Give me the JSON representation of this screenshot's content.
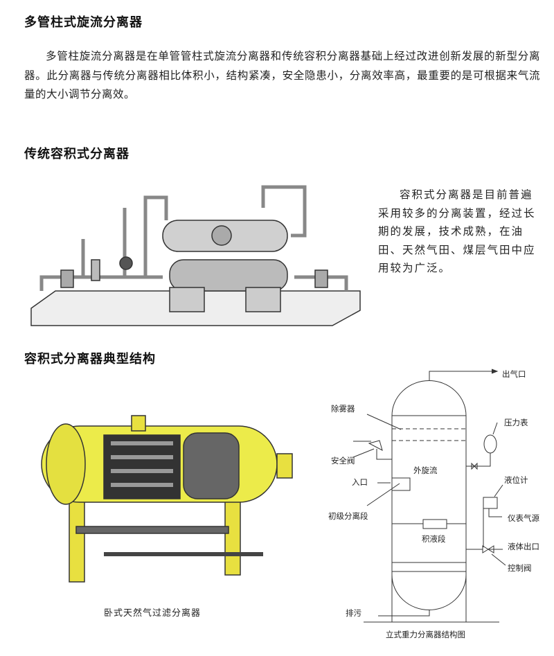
{
  "sections": [
    {
      "title": "多管柱式旋流分离器",
      "text": "多管柱旋流分离器是在单管管柱式旋流分离器和传统容积分离器基础上经过改进创新发展的新型分离器。此分离器与传统分离器相比体积小，结构紧凑，安全隐患小，分离效率高，最重要的是可根据来气流量的大小调节分离效。"
    },
    {
      "title": "传统容积式分离器",
      "text": "容积式分离器是目前普遍采用较多的分离装置，经过长期的发展，技术成熟，在油田、天然气田、煤层气田中应用较为广泛。"
    },
    {
      "title": "容积式分离器典型结构"
    }
  ],
  "photo_caption": "卧式天然气过滤分离器",
  "diagram": {
    "caption": "立式重力分离器结构图",
    "labels": {
      "gas_outlet": "出气口",
      "demister": "除雾器",
      "pressure_gauge": "压力表",
      "safety_valve": "安全阀",
      "outer_swirl": "外旋流",
      "inlet": "入口",
      "level_meter": "液位计",
      "instrument_air": "仪表气源",
      "primary_section": "初级分离段",
      "liquid_section": "积液段",
      "liquid_outlet": "液体出口",
      "control_valve": "控制阀",
      "drain": "排污"
    }
  }
}
